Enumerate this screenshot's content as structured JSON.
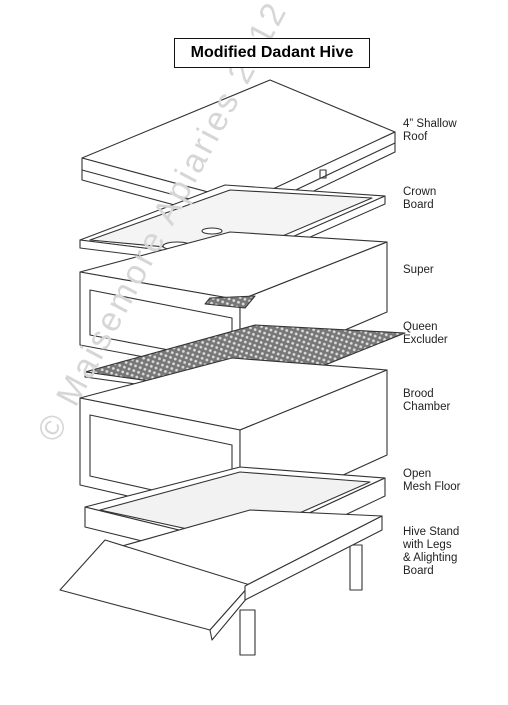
{
  "title": "Modified Dadant Hive",
  "labels": [
    {
      "id": "roof",
      "lines": [
        "4” Shallow",
        "Roof"
      ]
    },
    {
      "id": "crown-board",
      "lines": [
        "Crown",
        "Board"
      ]
    },
    {
      "id": "super",
      "lines": [
        "Super"
      ]
    },
    {
      "id": "queen-excluder",
      "lines": [
        "Queen",
        "Excluder"
      ]
    },
    {
      "id": "brood-chamber",
      "lines": [
        "Brood",
        "Chamber"
      ]
    },
    {
      "id": "open-mesh-floor",
      "lines": [
        "Open",
        "Mesh Floor"
      ]
    },
    {
      "id": "hive-stand",
      "lines": [
        "Hive Stand",
        "with Legs",
        "& Alighting",
        "Board"
      ]
    }
  ],
  "watermark": "© Maisemore Apiaries 2012",
  "icons": {
    "watermark_logo": "bee-icon"
  },
  "colors": {
    "line": "#333333",
    "mesh": "#555555",
    "watermark": "#d6d6d6"
  }
}
